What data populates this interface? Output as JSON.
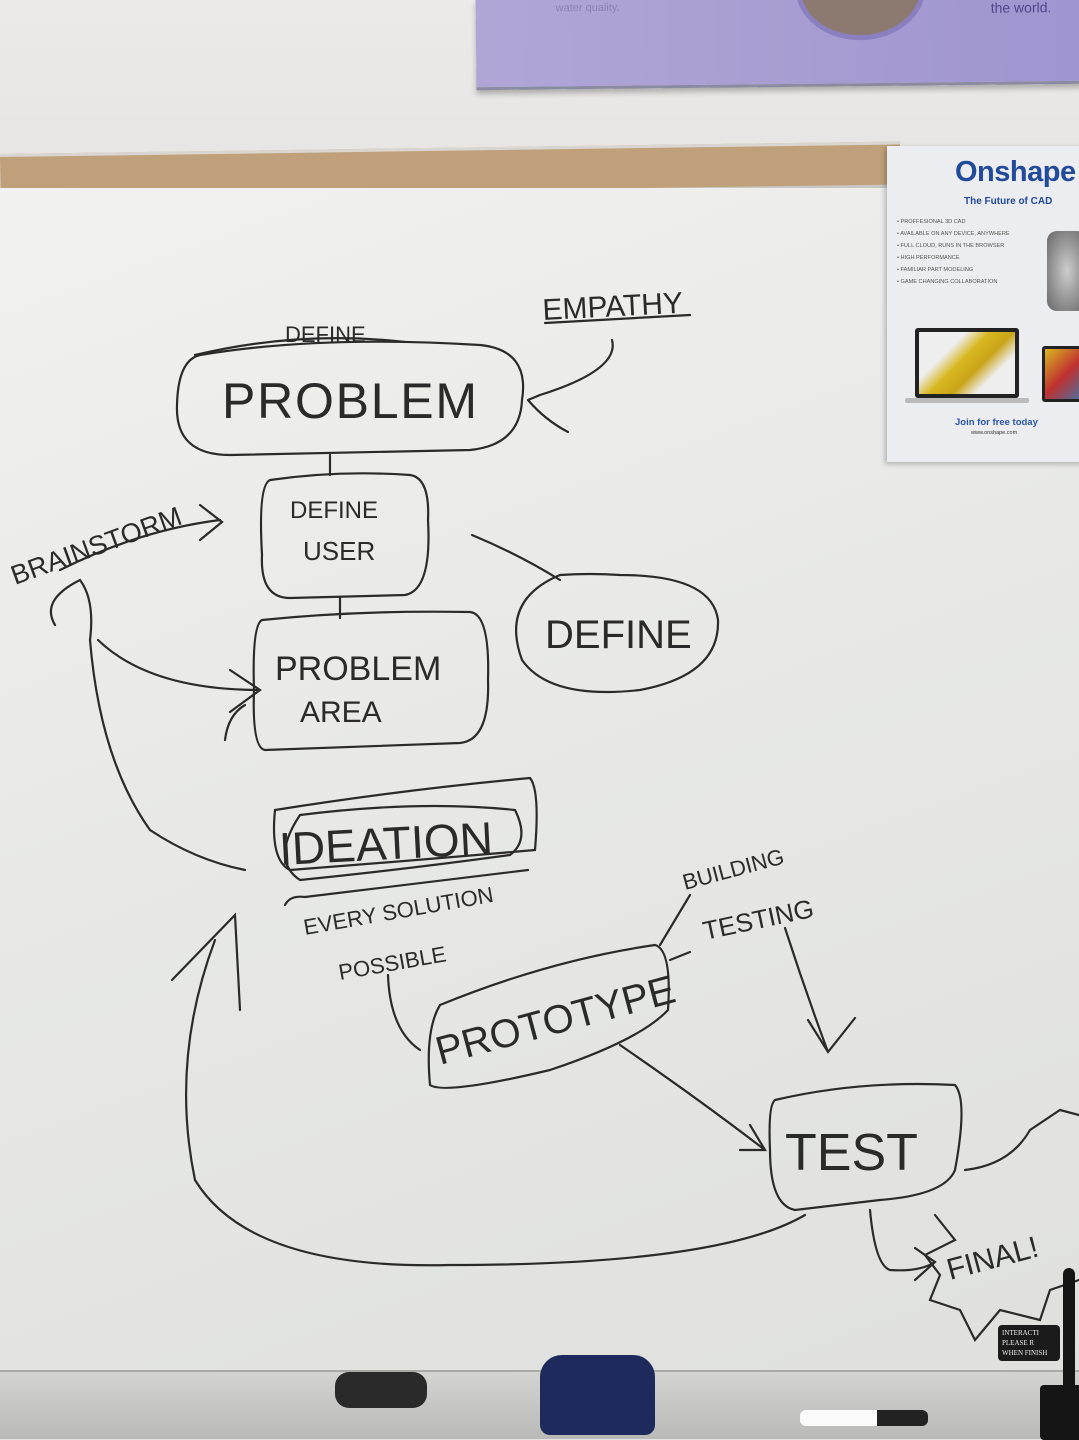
{
  "top_poster": {
    "left_text": "water quality.",
    "right_text": "the world."
  },
  "onshape_poster": {
    "logo": "Onshape",
    "tagline": "The Future of CAD",
    "bullets": [
      "PROFFESIONAL 3D CAD",
      "AVAILABLE ON ANY DEVICE, ANYWHERE",
      "FULL CLOUD, RUNS IN THE BROWSER",
      "HIGH PERFORMANCE",
      "FAMILIAR PART MODELING",
      "GAME CHANGING COLLABORATION"
    ],
    "cta": "Join for free today",
    "url": "www.onshape.com",
    "brand_color": "#214a9a"
  },
  "diagram": {
    "define_label": "DEFINE",
    "problem": "PROBLEM",
    "empathy": "EMPATHY",
    "define_user": [
      "DEFINE",
      "USER"
    ],
    "brainstorm": "BRAINSTORM",
    "define_circle": "DEFINE",
    "problem_area": [
      "PROBLEM",
      "AREA"
    ],
    "ideation": "IDEATION",
    "ideation_note": [
      "EVERY SOLUTION",
      "POSSIBLE"
    ],
    "building": "BUILDING",
    "testing": "TESTING",
    "prototype": "PROTOTYPE",
    "test": "TEST",
    "final": "FINAL!",
    "ink_color": "#2a2a2a"
  },
  "sign": {
    "lines": [
      "INTERACTI",
      "PLEASE R",
      "WHEN FINISH"
    ]
  }
}
